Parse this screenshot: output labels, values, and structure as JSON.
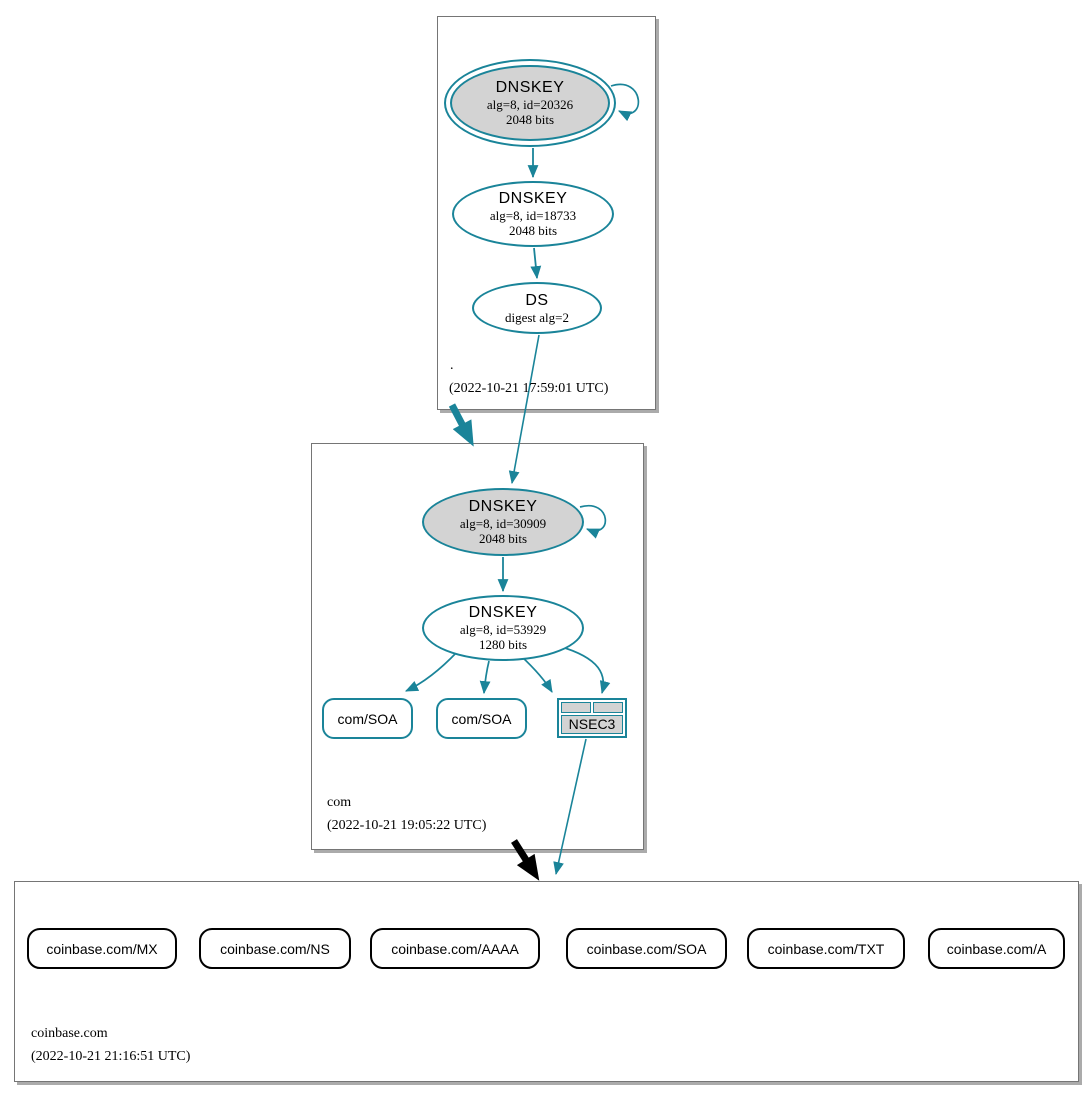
{
  "colors": {
    "teal": "#1A8499",
    "node_gray_fill": "#D3D3D3",
    "box_border": "#757575",
    "black_arrow": "#000000"
  },
  "zones": {
    "root": {
      "label": ".",
      "timestamp": "(2022-10-21 17:59:01 UTC)",
      "ksk": {
        "title": "DNSKEY",
        "alg": "alg=8, id=20326",
        "bits": "2048 bits"
      },
      "zsk": {
        "title": "DNSKEY",
        "alg": "alg=8, id=18733",
        "bits": "2048 bits"
      },
      "ds": {
        "title": "DS",
        "digest": "digest alg=2"
      }
    },
    "com": {
      "label": "com",
      "timestamp": "(2022-10-21 19:05:22 UTC)",
      "ksk": {
        "title": "DNSKEY",
        "alg": "alg=8, id=30909",
        "bits": "2048 bits"
      },
      "zsk": {
        "title": "DNSKEY",
        "alg": "alg=8, id=53929",
        "bits": "1280 bits"
      },
      "soa1": {
        "label": "com/SOA"
      },
      "soa2": {
        "label": "com/SOA"
      },
      "nsec3": {
        "label": "NSEC3"
      }
    },
    "coinbase": {
      "label": "coinbase.com",
      "timestamp": "(2022-10-21 21:16:51 UTC)",
      "rrsets": [
        {
          "label": "coinbase.com/MX"
        },
        {
          "label": "coinbase.com/NS"
        },
        {
          "label": "coinbase.com/AAAA"
        },
        {
          "label": "coinbase.com/SOA"
        },
        {
          "label": "coinbase.com/TXT"
        },
        {
          "label": "coinbase.com/A"
        }
      ]
    }
  }
}
